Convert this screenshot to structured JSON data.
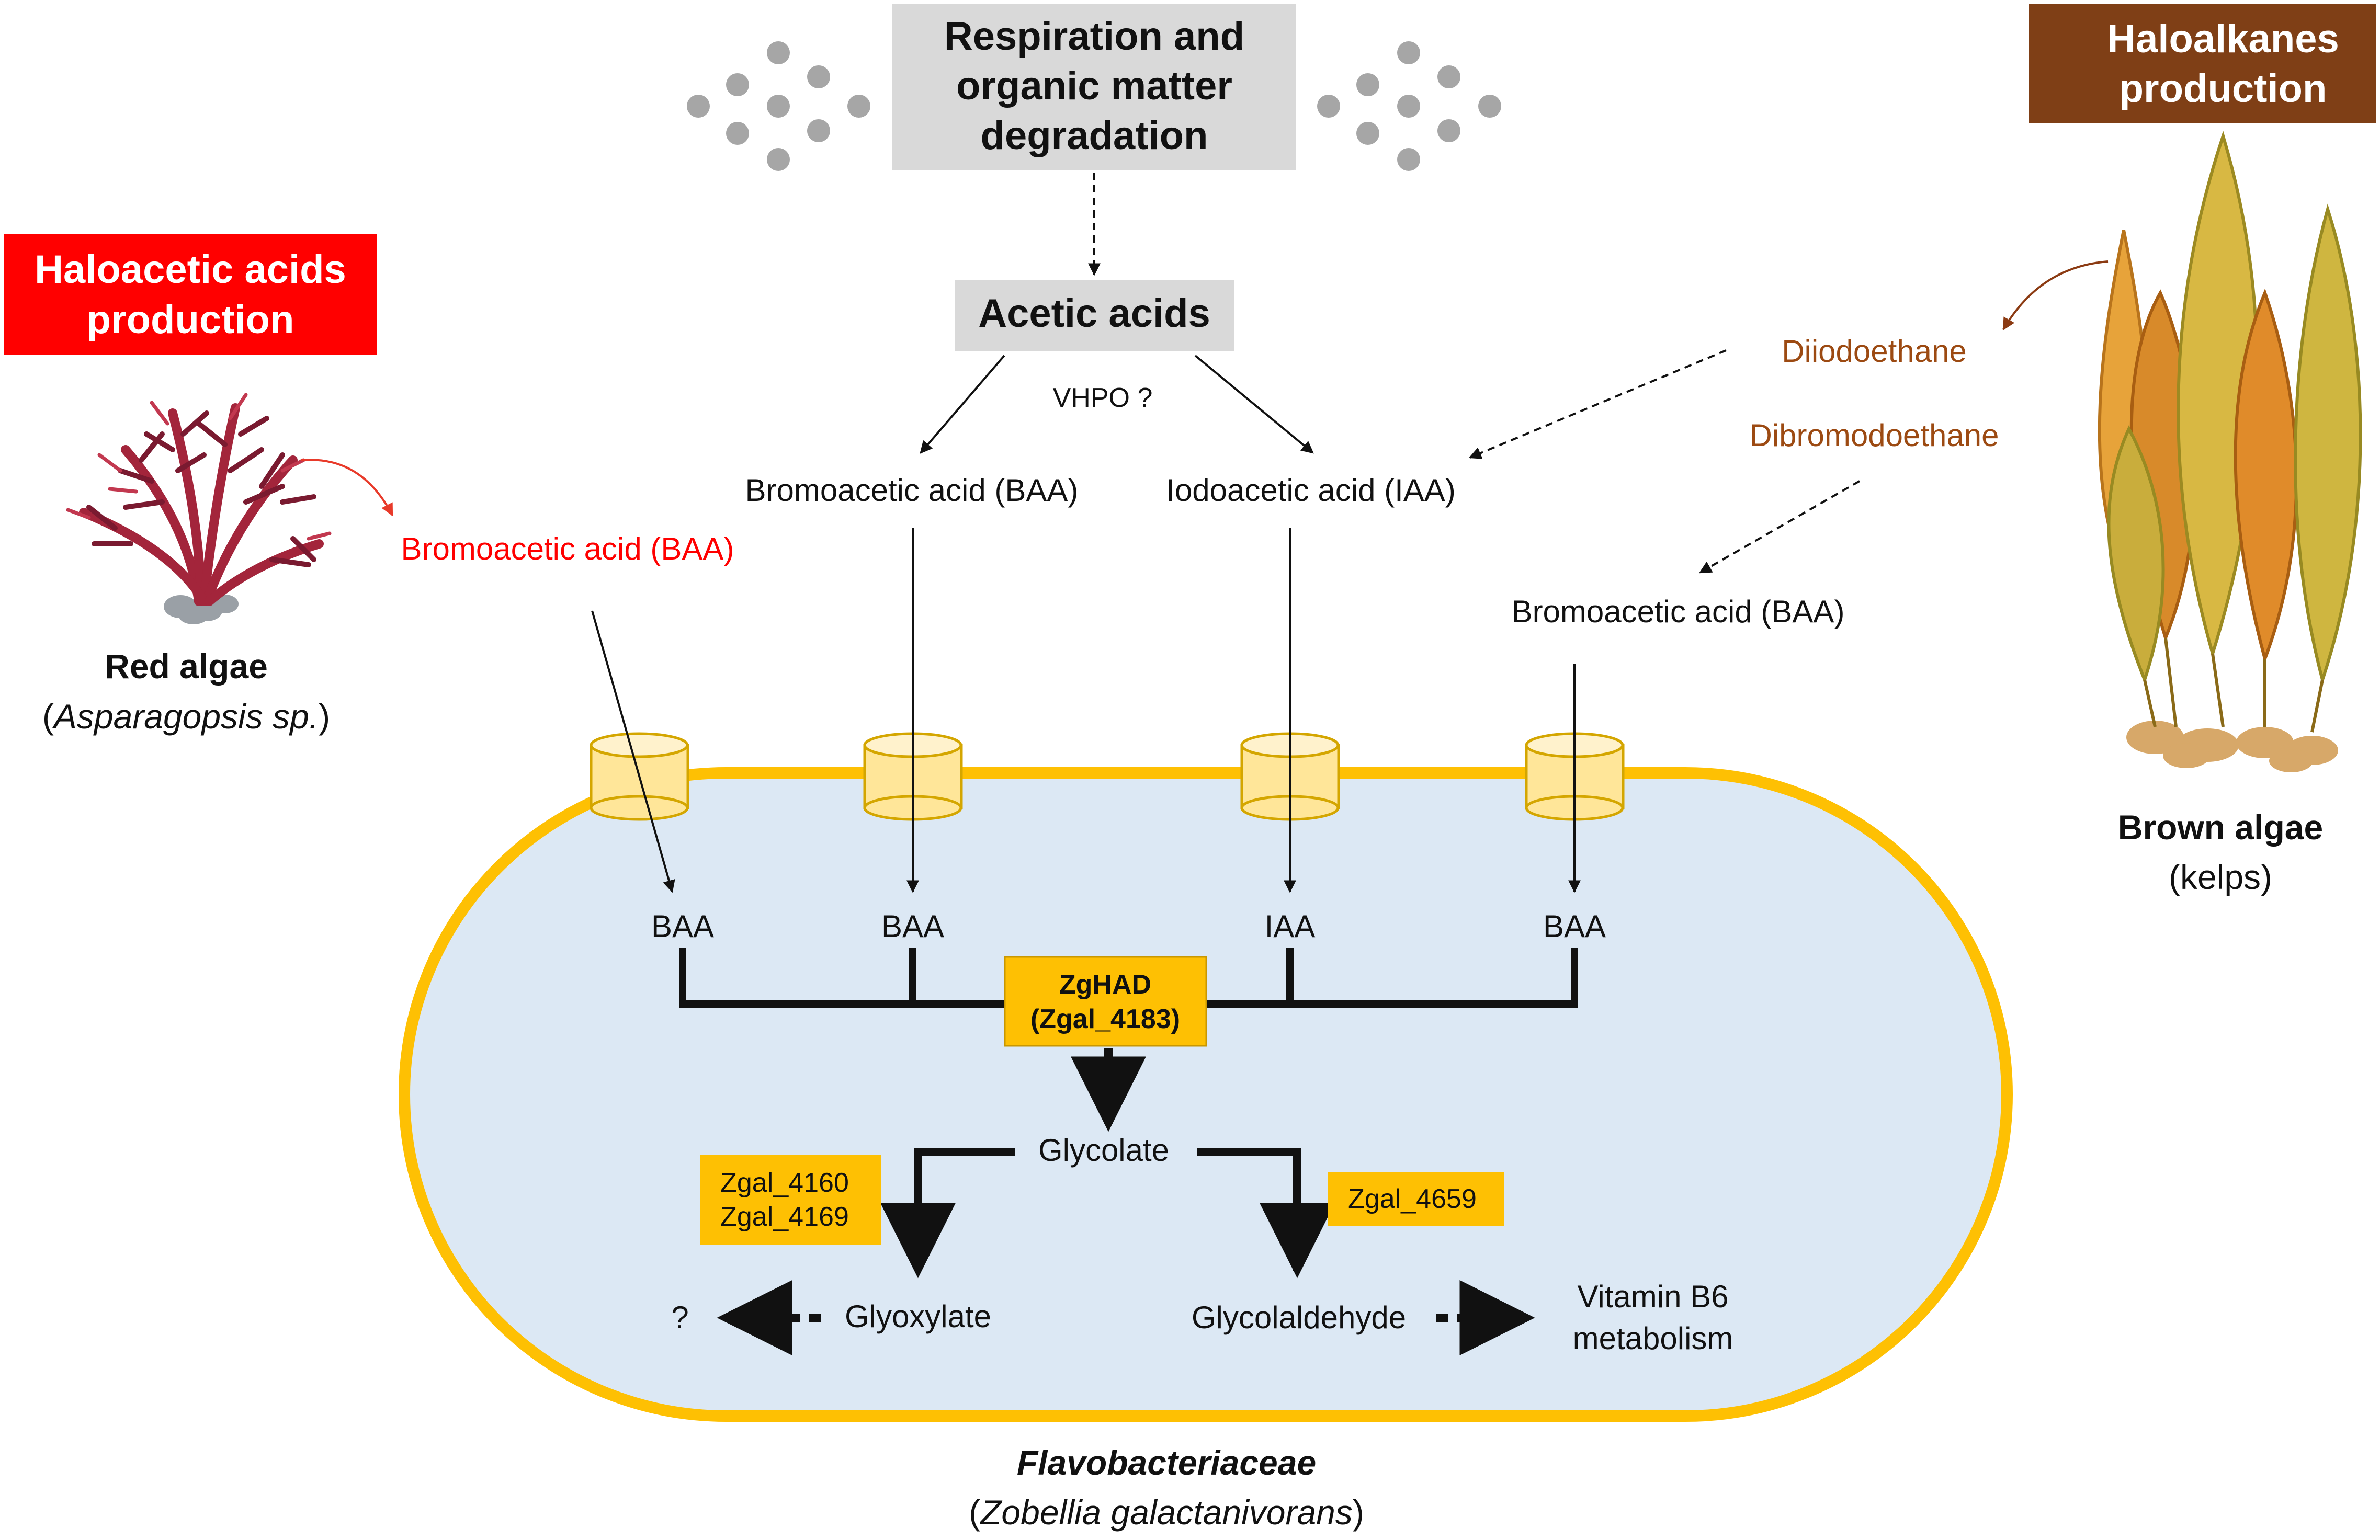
{
  "sources": {
    "haloacetic_production": [
      "Haloacetic acids",
      "production"
    ],
    "haloalkanes_production": [
      "Haloalkanes",
      "production"
    ],
    "respiration": [
      "Respiration and",
      "organic matter",
      "degradation"
    ],
    "acetic_acids": "Acetic acids",
    "vhpo": "VHPO ?"
  },
  "organisms": {
    "red_algae": {
      "name": "Red algae",
      "open_paren": "(",
      "species": "Asparagopsis sp.",
      "close_paren": ")"
    },
    "brown_algae": {
      "name": "Brown algae",
      "subname": "(kelps)"
    },
    "bacterium": {
      "family": "Flavobacteriaceae",
      "open_paren": "(",
      "species": "Zobellia galactanivorans",
      "close_paren": ")"
    }
  },
  "compounds_outside": {
    "baa_red": "Bromoacetic acid (BAA)",
    "baa_center": "Bromoacetic acid (BAA)",
    "iaa_center": "Iodoacetic acid (IAA)",
    "diiodoethane": "Diiodoethane",
    "dibromodoethane": "Dibromodoethane",
    "baa_right": "Bromoacetic acid (BAA)"
  },
  "compounds_inside": [
    "BAA",
    "BAA",
    "IAA",
    "BAA"
  ],
  "enzymes": {
    "zghad": [
      "ZgHAD",
      "(Zgal_4183)"
    ],
    "glyoxylate_enzymes": [
      "Zgal_4160",
      "Zgal_4169"
    ],
    "glycolaldehyde_enzyme": "Zgal_4659"
  },
  "metabolites": {
    "glycolate": "Glycolate",
    "glyoxylate": "Glyoxylate",
    "unknown": "?",
    "glycolaldehyde": "Glycolaldehyde",
    "vitamin": [
      "Vitamin B6",
      "metabolism"
    ]
  },
  "colors": {
    "red_box": "#ff0000",
    "brown_box": "#7f3f16",
    "gray_box": "#d9d9d9",
    "cell_fill": "#dce8f4",
    "cell_border": "#fec003",
    "enzyme_box": "#fec003",
    "transporter": "#ffe699",
    "red_text": "#ff0000",
    "brown_text": "#9c4a12"
  }
}
